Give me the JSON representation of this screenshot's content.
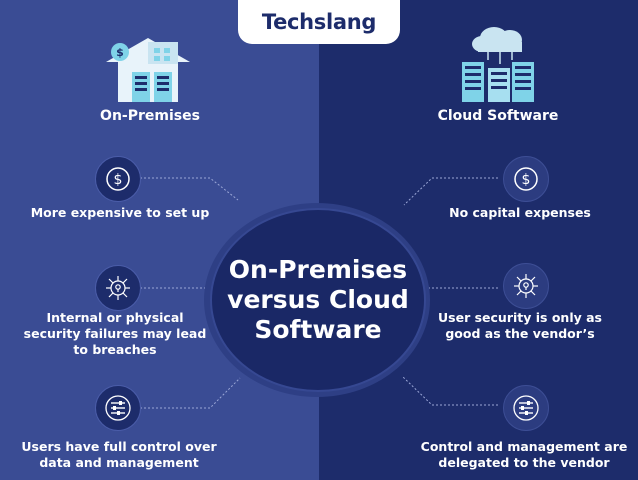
{
  "brand": {
    "logo": "Techslang"
  },
  "left": {
    "title": "On-Premises",
    "items": [
      {
        "icon": "dollar-icon",
        "label": "More expensive to set up"
      },
      {
        "icon": "security-chip-icon",
        "label": "Internal or physical\nsecurity failures may lead\nto breaches"
      },
      {
        "icon": "sliders-icon",
        "label": "Users have full control over\ndata and management"
      }
    ]
  },
  "right": {
    "title": "Cloud Software",
    "items": [
      {
        "icon": "dollar-icon",
        "label": "No capital expenses"
      },
      {
        "icon": "security-chip-icon",
        "label": "User security is only as\ngood as the vendor’s"
      },
      {
        "icon": "sliders-icon",
        "label": "Control and management are\ndelegated to the vendor"
      }
    ]
  },
  "center": {
    "title": "On-Premises\nversus Cloud\nSoftware"
  },
  "colors": {
    "left_bg": "#3a4c94",
    "right_bg": "#1d2c6b",
    "accent": "#7fd3e8",
    "text": "#ffffff"
  }
}
